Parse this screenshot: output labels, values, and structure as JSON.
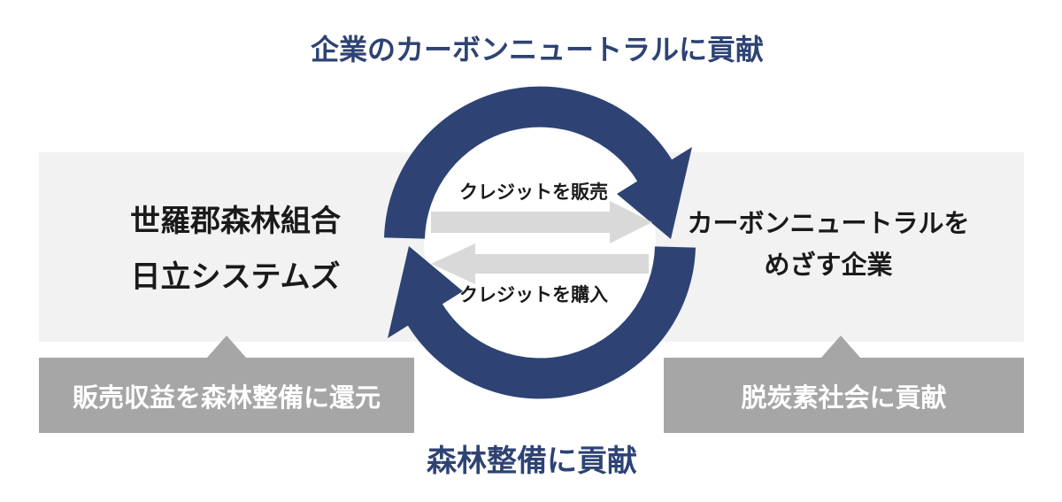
{
  "title": "企業のカーボンニュートラルに貢献",
  "bottom_title": "森林整備に貢献",
  "left_party": {
    "line1": "世羅郡森林組合",
    "line2": "日立システムズ"
  },
  "right_party": {
    "line1": "カーボンニュートラルを",
    "line2": "めざす企業"
  },
  "cycle": {
    "sell_label": "クレジットを販売",
    "buy_label": "クレジットを購入"
  },
  "left_callout": "販売収益を森林整備に還元",
  "right_callout": "脱炭素社会に貢献",
  "colors": {
    "navy": "#2e4374",
    "band": "#f2f2f2",
    "arrow_gray": "#d9d9d9",
    "callout_gray": "#a6a6a6",
    "ink": "#1a1a1a",
    "white": "#ffffff"
  }
}
